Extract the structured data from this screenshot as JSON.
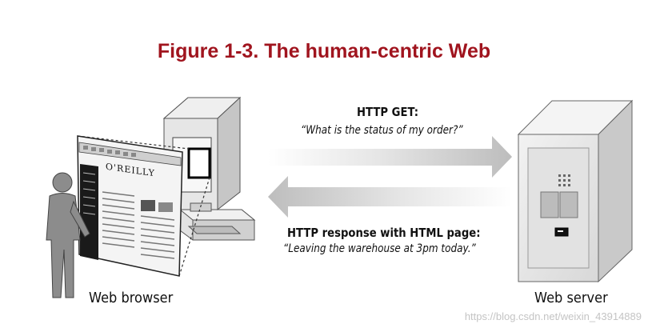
{
  "figure": {
    "title": "Figure 1-3.  The human-centric Web"
  },
  "request": {
    "label": "HTTP GET:",
    "quote": "“What is the status of my order?”"
  },
  "response": {
    "label": "HTTP response with HTML page:",
    "quote": "“Leaving the warehouse at 3pm today.”"
  },
  "browser": {
    "caption": "Web browser",
    "page_logo": "O'REILLY"
  },
  "server": {
    "caption": "Web server"
  },
  "watermark": "https://blog.csdn.net/weixin_43914889",
  "colors": {
    "title": "#a0141e",
    "arrow": "#cfcfcf",
    "outline": "#333333"
  }
}
